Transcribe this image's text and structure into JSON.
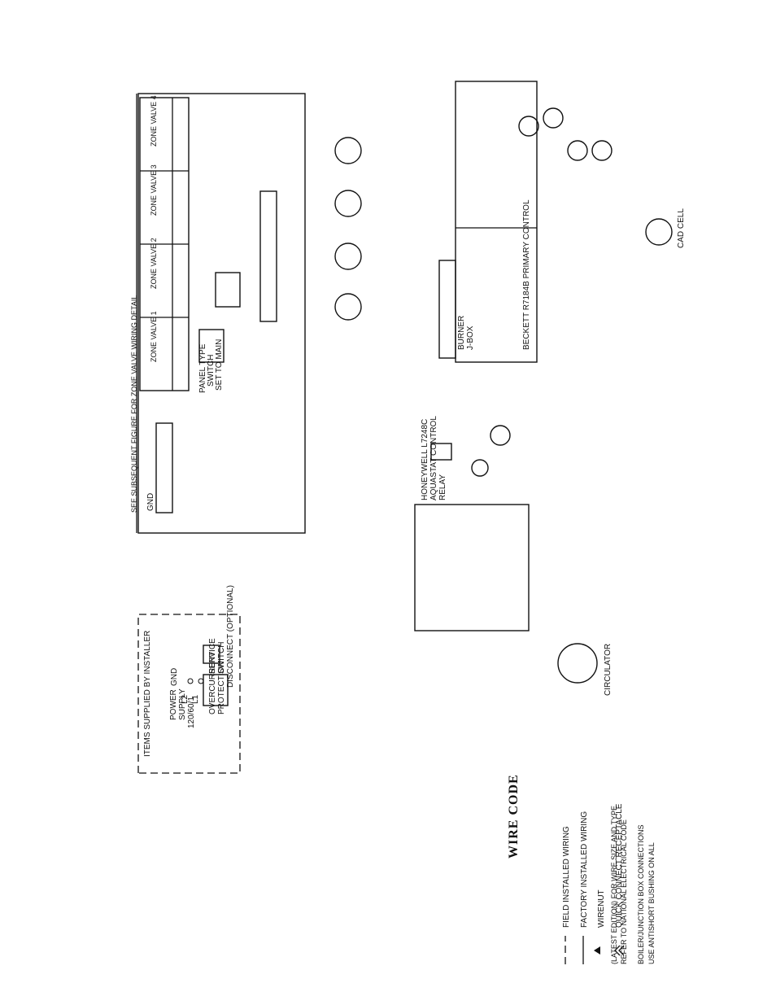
{
  "legend": {
    "field": "FIELD INSTALLED WIRING",
    "factory": "FACTORY INSTALLED WIRING",
    "wirenut": "WIRENUT",
    "quick": "QUICK CONNECT RECEPTACLE"
  },
  "notes": {
    "n1a": "USE ANTISHORT BUSHING ON ALL",
    "n1b": "BOILER/JUNCTION BOX CONNECTIONS",
    "n2a": "REFER TO NATIONAL ELECTRICAL CODE",
    "n2b": "(LATEST EDITION) FOR WIRE SIZE AND TYPE"
  },
  "wire_code": {
    "title": "WIRE CODE"
  },
  "installer": {
    "title": "ITEMS SUPPLIED BY INSTALLER",
    "power1": "POWER",
    "power2": "SUPPLY",
    "power3": "120/60/1",
    "gnd": "GND",
    "l2": "L2",
    "l1": "L1",
    "oc1": "OVERCURRENT",
    "oc2": "PROTECTION",
    "sw1": "SERVICE",
    "sw2": "SWITCH",
    "sw3": "DISCONNECT (OPTIONAL)"
  },
  "zone_panel": {
    "detail_note": "SEE SUBSEQUENT FIGURE FOR ZONE VALVE WIRING DETAIL",
    "valves": [
      "ZONE VALVE 1",
      "ZONE VALVE 2",
      "ZONE VALVE 3",
      "ZONE VALVE 4"
    ],
    "gnd": "GND",
    "panel_type1": "PANEL TYPE",
    "panel_type2": "SWITCH",
    "panel_type3": "SET TO MAIN"
  },
  "relay": {
    "l1": "HONEYWELL L7248C",
    "l2": "AQUASTAT CONTROL",
    "l3": "RELAY"
  },
  "circulator": {
    "label": "CIRCULATOR"
  },
  "burner": {
    "jbox1": "BURNER",
    "jbox2": "J-BOX"
  },
  "beckett": {
    "label": "BECKETT R7184B PRIMARY CONTROL",
    "cad_cell": "CAD CELL"
  }
}
